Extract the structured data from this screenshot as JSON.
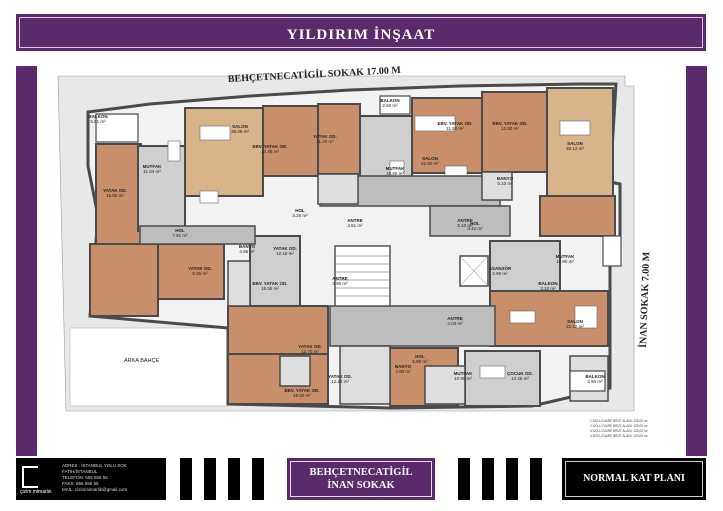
{
  "header": {
    "title": "YILDIRIM İNŞAAT"
  },
  "streets": {
    "top": "BEHÇETNECATİGİL SOKAK 17.00 M",
    "right": "İNAN SOKAK 7.00 M",
    "garden": "ARKA BAHÇE"
  },
  "rooms": [
    {
      "name": "BALKON",
      "area": "5.01 m²"
    },
    {
      "name": "SALON",
      "area": "39.09 m²"
    },
    {
      "name": "MUTFAK",
      "area": "11.64 m²"
    },
    {
      "name": "YATAK OD.",
      "area": "15.80 m²"
    },
    {
      "name": "EBV. YATAK OD.",
      "area": "14.45 m²"
    },
    {
      "name": "YATAK OD.",
      "area": "11.20 m²"
    },
    {
      "name": "BALKON",
      "area": "2.50 m²"
    },
    {
      "name": "EBV. YATAK OD.",
      "area": "11.50 m²"
    },
    {
      "name": "MUTFAK",
      "area": "10.80 m²"
    },
    {
      "name": "SALON",
      "area": "21.60 m²"
    },
    {
      "name": "EBV. YATAK OD.",
      "area": "12.80 m²"
    },
    {
      "name": "SALON",
      "area": "30.12 m²"
    },
    {
      "name": "BANYO",
      "area": "5.10 m²"
    },
    {
      "name": "HOL",
      "area": "7.91 m²"
    },
    {
      "name": "HOL",
      "area": "4.26 m²"
    },
    {
      "name": "ANTRE",
      "area": "4.51 m²"
    },
    {
      "name": "ANTRE",
      "area": "5.10 m²"
    },
    {
      "name": "HOL",
      "area": "3.42 m²"
    },
    {
      "name": "YATAK OD.",
      "area": "12.18 m²"
    },
    {
      "name": "EBV. YATAK OD.",
      "area": "16.55 m²"
    },
    {
      "name": "YATAK OD.",
      "area": "9.36 m²"
    },
    {
      "name": "BANYO",
      "area": "4.95 m²"
    },
    {
      "name": "ANTRE",
      "area": "3.90 m²"
    },
    {
      "name": "ASANSÖR",
      "area": "2.90 m²"
    },
    {
      "name": "MUTFAK",
      "area": "10.90 m²"
    },
    {
      "name": "BALKON",
      "area": "3.10 m²"
    },
    {
      "name": "SALON",
      "area": "31.12 m²"
    },
    {
      "name": "HOL",
      "area": "5.90 m²"
    },
    {
      "name": "ANTRE",
      "area": "4.03 m²"
    },
    {
      "name": "YATAK OD.",
      "area": "12.70 m²"
    },
    {
      "name": "EBV. YATAK OD.",
      "area": "16.50 m²"
    },
    {
      "name": "BANYO",
      "area": "4.80 m²"
    },
    {
      "name": "MUTFAK",
      "area": "10.90 m²"
    },
    {
      "name": "YATAK OD.",
      "area": "12.24 m²"
    },
    {
      "name": "ÇOCUK OD.",
      "area": "12.25 m²"
    },
    {
      "name": "BALKON",
      "area": "3.90 m²"
    }
  ],
  "footer": {
    "logo_name": "çizim mimarlık",
    "contact": [
      "ADRES : İSTANBUL YOLU SOK",
      "FATİH/İSTANBUL",
      "TELEFON: 555 555 55",
      "FAKS: 555 555 55",
      "MAİL: cizimmimarlik@gmail.com"
    ],
    "street_lines": [
      "BEHÇETNECATİGİL",
      "İNAN SOKAK"
    ],
    "plan_label": "NORMAL KAT PLANI"
  },
  "colors": {
    "brand": "#5b2a6a",
    "wood": "#c98f6b",
    "floor": "#d9d9d9",
    "wall": "#4a4a4a"
  }
}
